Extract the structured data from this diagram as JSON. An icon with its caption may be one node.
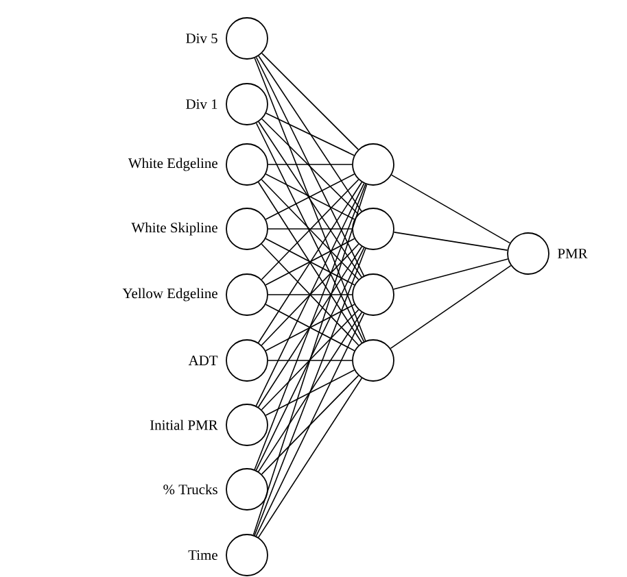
{
  "diagram": {
    "nodes": [
      {
        "text": [],
        "shape": "circle",
        "beside": [
          "Div 5"
        ]
      },
      {
        "text": [],
        "shape": "circle",
        "beside": [
          "Div 1"
        ]
      },
      {
        "text": [],
        "shape": "circle",
        "beside": [
          "White Edgeline"
        ]
      },
      {
        "text": [],
        "shape": "circle",
        "beside": [
          "White Skipline"
        ]
      },
      {
        "text": [],
        "shape": "circle",
        "beside": [
          "Yellow Edgeline"
        ]
      },
      {
        "text": [],
        "shape": "circle",
        "beside": [
          "ADT"
        ]
      },
      {
        "text": [],
        "shape": "circle",
        "beside": [
          "Initial PMR"
        ]
      },
      {
        "text": [],
        "shape": "circle",
        "beside": [
          "% Trucks"
        ]
      },
      {
        "text": [],
        "shape": "circle",
        "beside": [
          "Time"
        ]
      },
      {
        "text": [],
        "shape": "circle"
      },
      {
        "text": [],
        "shape": "circle"
      },
      {
        "text": [],
        "shape": "circle"
      },
      {
        "text": [],
        "shape": "circle"
      },
      {
        "text": [],
        "shape": "circle",
        "beside": [
          "PMR"
        ]
      }
    ],
    "edges": [
      {
        "from": 0,
        "to": 9,
        "arrow": "none"
      },
      {
        "from": 0,
        "to": 10,
        "arrow": "none"
      },
      {
        "from": 0,
        "to": 11,
        "arrow": "none"
      },
      {
        "from": 0,
        "to": 12,
        "arrow": "none"
      },
      {
        "from": 1,
        "to": 9,
        "arrow": "none"
      },
      {
        "from": 1,
        "to": 10,
        "arrow": "none"
      },
      {
        "from": 1,
        "to": 11,
        "arrow": "none"
      },
      {
        "from": 1,
        "to": 12,
        "arrow": "none"
      },
      {
        "from": 2,
        "to": 9,
        "arrow": "none"
      },
      {
        "from": 2,
        "to": 10,
        "arrow": "none"
      },
      {
        "from": 2,
        "to": 11,
        "arrow": "none"
      },
      {
        "from": 2,
        "to": 12,
        "arrow": "none"
      },
      {
        "from": 3,
        "to": 9,
        "arrow": "none"
      },
      {
        "from": 3,
        "to": 10,
        "arrow": "none"
      },
      {
        "from": 3,
        "to": 11,
        "arrow": "none"
      },
      {
        "from": 3,
        "to": 12,
        "arrow": "none"
      },
      {
        "from": 4,
        "to": 9,
        "arrow": "none"
      },
      {
        "from": 4,
        "to": 10,
        "arrow": "none"
      },
      {
        "from": 4,
        "to": 11,
        "arrow": "none"
      },
      {
        "from": 4,
        "to": 12,
        "arrow": "none"
      },
      {
        "from": 5,
        "to": 9,
        "arrow": "none"
      },
      {
        "from": 5,
        "to": 10,
        "arrow": "none"
      },
      {
        "from": 5,
        "to": 11,
        "arrow": "none"
      },
      {
        "from": 5,
        "to": 12,
        "arrow": "none"
      },
      {
        "from": 6,
        "to": 9,
        "arrow": "none"
      },
      {
        "from": 6,
        "to": 10,
        "arrow": "none"
      },
      {
        "from": 6,
        "to": 11,
        "arrow": "none"
      },
      {
        "from": 6,
        "to": 12,
        "arrow": "none"
      },
      {
        "from": 7,
        "to": 9,
        "arrow": "none"
      },
      {
        "from": 7,
        "to": 10,
        "arrow": "none"
      },
      {
        "from": 7,
        "to": 11,
        "arrow": "none"
      },
      {
        "from": 7,
        "to": 12,
        "arrow": "none"
      },
      {
        "from": 8,
        "to": 9,
        "arrow": "none"
      },
      {
        "from": 8,
        "to": 10,
        "arrow": "none"
      },
      {
        "from": 8,
        "to": 11,
        "arrow": "none"
      },
      {
        "from": 8,
        "to": 12,
        "arrow": "none"
      },
      {
        "from": 9,
        "to": 13,
        "arrow": "none"
      },
      {
        "from": 10,
        "to": 13,
        "arrow": "none"
      },
      {
        "from": 11,
        "to": 13,
        "arrow": "none"
      },
      {
        "from": 12,
        "to": 13,
        "arrow": "none"
      }
    ]
  }
}
